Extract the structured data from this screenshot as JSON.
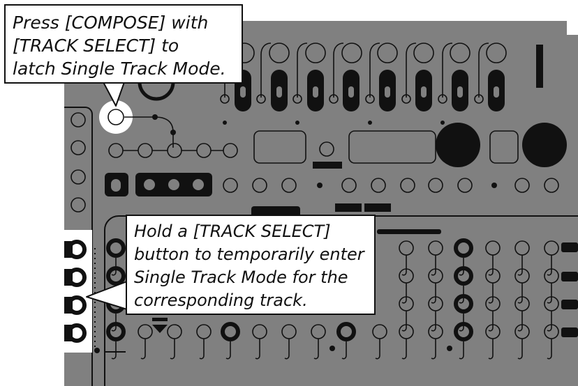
{
  "colors": {
    "panel": "#808080",
    "ink": "#111111",
    "highlight": "#ffffff",
    "callout_bg": "#ffffff"
  },
  "callouts": {
    "compose": {
      "lines": [
        "Press [COMPOSE] with",
        "[TRACK SELECT] to",
        "latch Single Track Mode."
      ],
      "points_to": "compose-button"
    },
    "hold": {
      "lines": [
        "Hold a [TRACK SELECT]",
        "button to temporarily enter",
        "Single Track Mode for the",
        "corresponding track."
      ],
      "points_to": "track-select-buttons"
    }
  }
}
